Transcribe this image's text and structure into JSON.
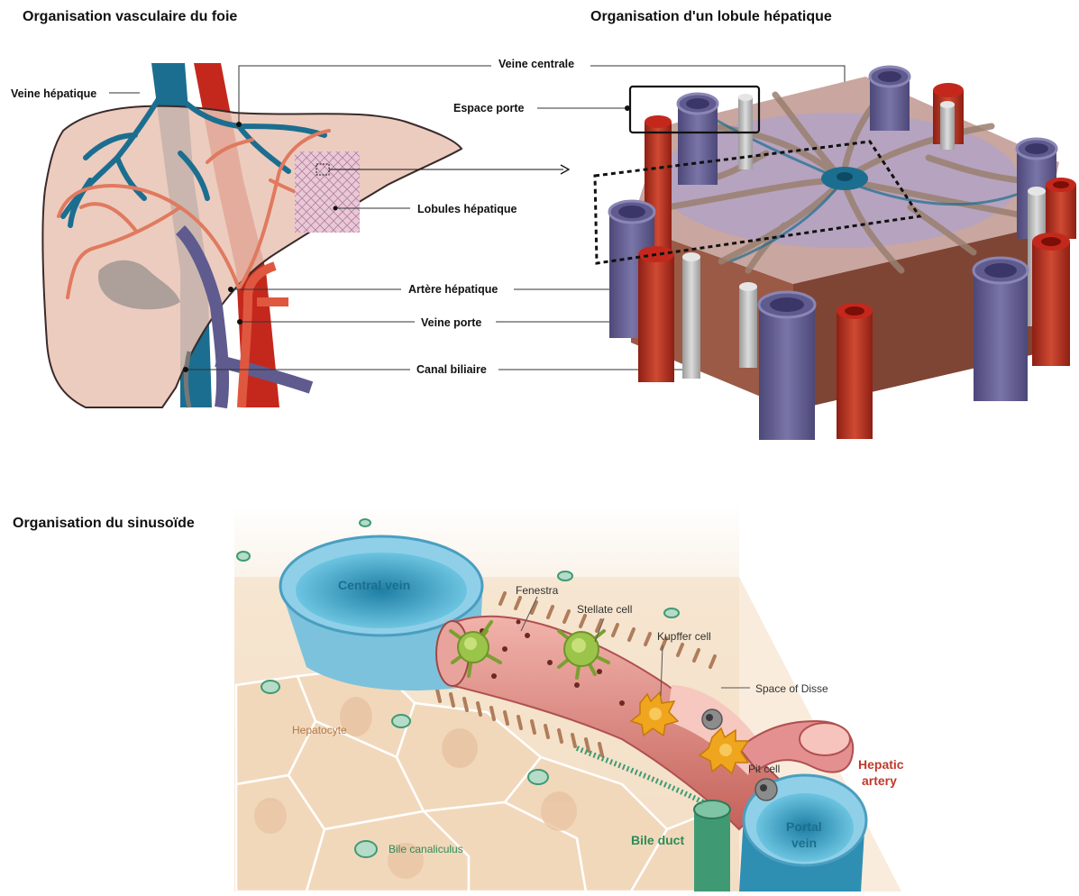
{
  "titles": {
    "vascular": "Organisation vasculaire du foie",
    "lobule": "Organisation d'un lobule hépatique",
    "sinusoid": "Organisation du sinusoïde"
  },
  "labels": {
    "hepatic_vein": "Veine hépatique",
    "central_vein": "Veine centrale",
    "portal_space": "Espace porte",
    "hepatic_lobules": "Lobules hépatique",
    "hepatic_artery": "Artère hépatique",
    "portal_vein": "Veine porte",
    "bile_duct": "Canal biliaire"
  },
  "sinusoid_labels": {
    "central_vein": "Central  vein",
    "fenestra": "Fenestra",
    "stellate_cell": "Stellate cell",
    "kupffer_cell": "Kupffer cell",
    "space_of_disse": "Space of Disse",
    "hepatocyte": "Hepatocyte",
    "pit_cell": "Pit cell",
    "hepatic_artery_line1": "Hepatic",
    "hepatic_artery_line2": "artery",
    "portal_vein_line1": "Portal",
    "portal_vein_line2": "vein",
    "bile_duct": "Bile duct",
    "bile_canaliculus": "Bile canaliculus"
  },
  "colors": {
    "liver": "#e9c3b4",
    "liver_outline": "#3a2a2a",
    "hepatic_vein": "#1b6e8f",
    "artery": "#c4281c",
    "artery_light": "#e07a5f",
    "portal_vein": "#5f5b8f",
    "bile_duct": "#8a8a8a",
    "lobule_side": "#9a5a45",
    "lobule_top": "#c9a6a0",
    "central_vein_blue": "#5bb4d4",
    "sinusoid_red": "#d98a8a",
    "stellate_green": "#9bc44b",
    "kupffer_orange": "#f0a51e",
    "hepatocyte": "#f4dcc0",
    "bile_green": "#3f9a74",
    "hepatic_artery_text": "#c0392b",
    "portal_text": "#1c6e8c",
    "bile_duct_text": "#2e8b57"
  }
}
